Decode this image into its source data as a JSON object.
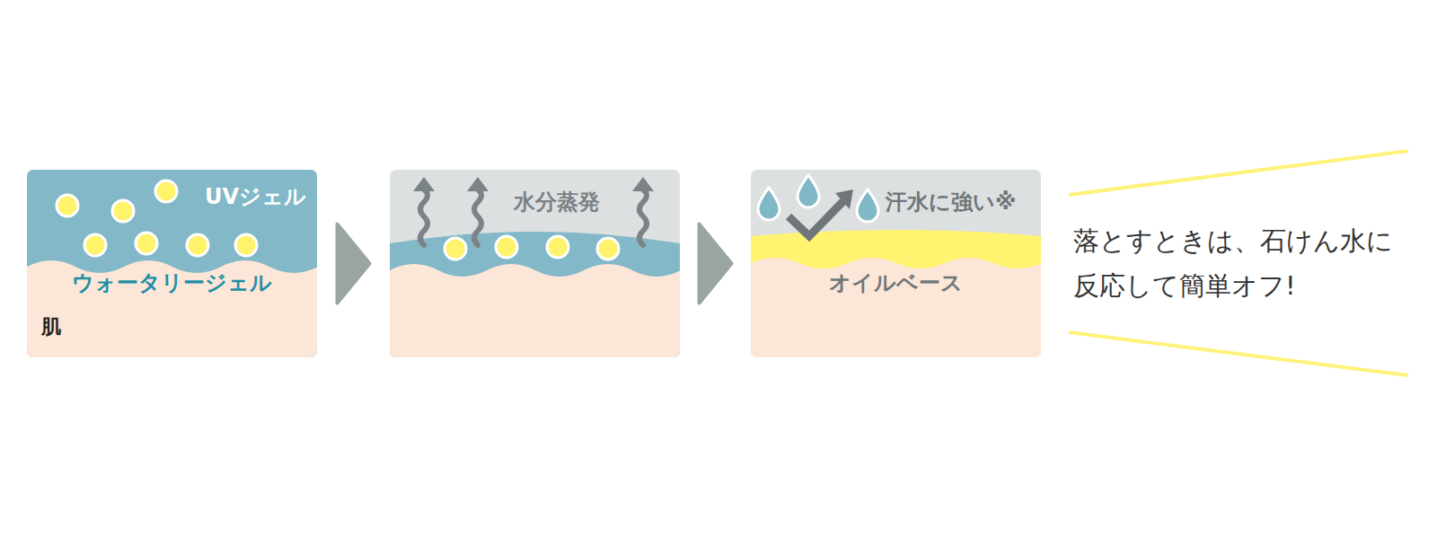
{
  "diagram": {
    "nodes": [
      {
        "text": [
          "UVジェル",
          "ウォータリージェル",
          "肌"
        ]
      },
      {
        "text": [
          "水分蒸発"
        ]
      },
      {
        "text": [
          "汗水に強い※",
          "オイルベース"
        ]
      }
    ],
    "edges": [
      {
        "from": 0,
        "to": 1,
        "arrow": "to"
      },
      {
        "from": 1,
        "to": 2,
        "arrow": "to"
      }
    ],
    "labels": [
      "落とすときは、石けん水に反応して簡単オフ!"
    ]
  }
}
